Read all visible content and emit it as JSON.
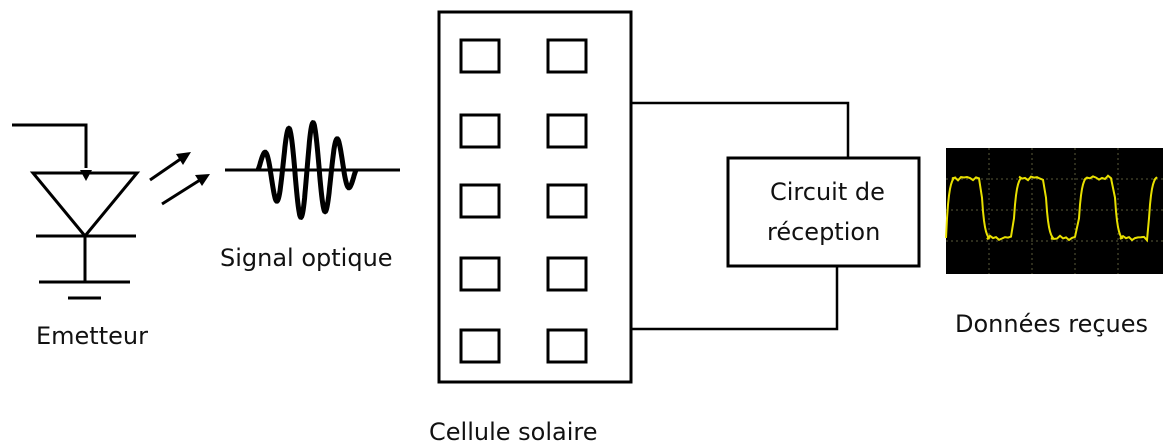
{
  "labels": {
    "emitter": "Emetteur",
    "signal": "Signal optique",
    "cell": "Cellule solaire",
    "circuit_line1": "Circuit de",
    "circuit_line2": "réception",
    "received": "Données reçues"
  },
  "colors": {
    "stroke": "#000000",
    "scope_background": "#000000",
    "scope_trace": "#e8e000",
    "scope_grid": "#5a5a3a"
  }
}
